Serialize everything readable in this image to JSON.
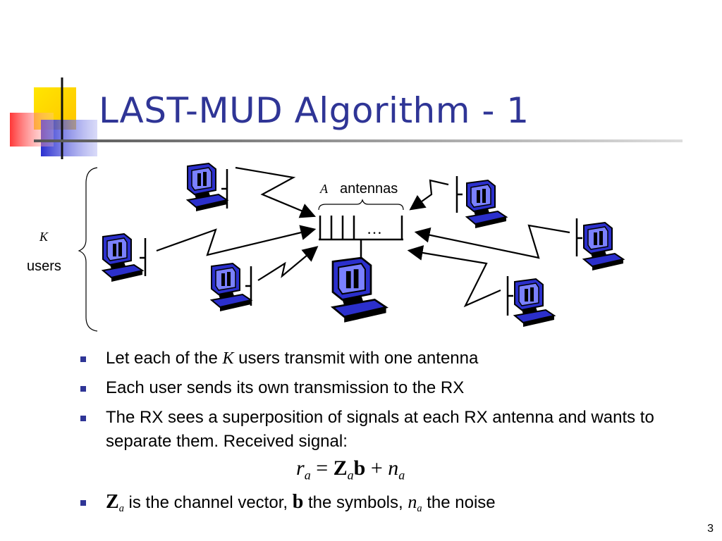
{
  "slide": {
    "title": "LAST-MUD Algorithm - 1",
    "page_number": "3"
  },
  "diagram": {
    "antennas_var": "A",
    "antennas_label": "antennas",
    "users_var": "K",
    "users_label": "users",
    "ellipsis": "…"
  },
  "bullets": [
    {
      "pre": "Let each of the ",
      "var": "K",
      "post": " users transmit with one antenna"
    },
    {
      "text": "Each user sends its own transmission to the RX"
    },
    {
      "text": "The RX sees a superposition of signals at each RX antenna and wants to separate them. Received signal:"
    },
    {
      "b1": "Z",
      "s1": "a",
      "t1": " is the channel vector, ",
      "b2": "b",
      "t2": " the symbols, ",
      "v3": "n",
      "s3": "a",
      "t3": " the noise"
    }
  ],
  "equation": {
    "r": "r",
    "r_sub": "a",
    "eq": " = ",
    "Z": "Z",
    "Z_sub": "a",
    "b": "b",
    "plus": " + ",
    "n": "n",
    "n_sub": "a"
  },
  "colors": {
    "title": "#2f3596",
    "bullet": "#2f3596",
    "accent_yellow": "#ffd200",
    "accent_red": "#ff3c3c",
    "accent_blue": "#3a3fd6"
  },
  "icons": [
    "computer-icon",
    "antenna-array-icon",
    "lightning-link-icon",
    "brace-icon"
  ]
}
